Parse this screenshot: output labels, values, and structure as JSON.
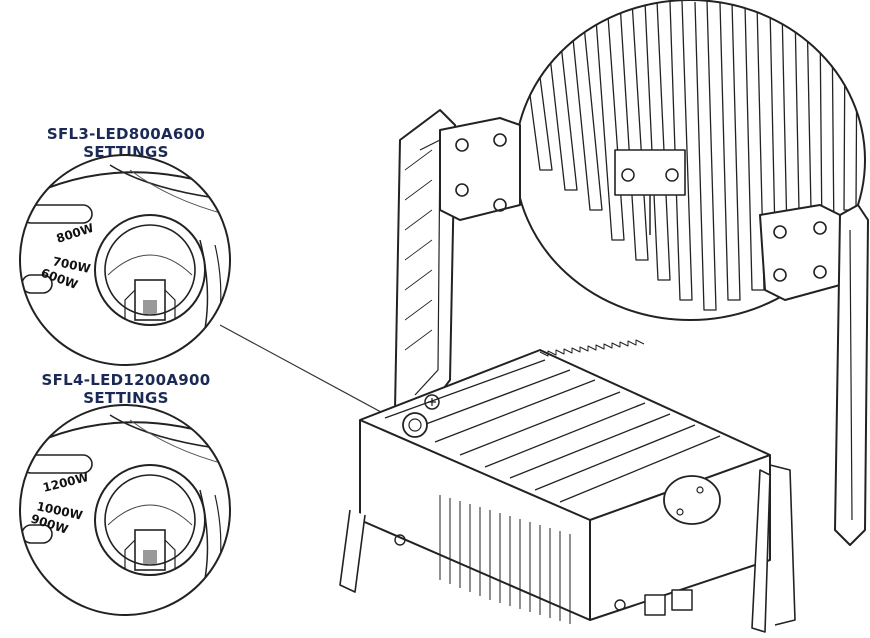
{
  "settings": [
    {
      "title_line1": "SFL3-LED800A600",
      "title_line2": "SETTINGS",
      "wattages": [
        "800W",
        "700W",
        "600W"
      ]
    },
    {
      "title_line1": "SFL4-LED1200A900",
      "title_line2": "SETTINGS",
      "wattages": [
        "1200W",
        "1000W",
        "900W"
      ]
    }
  ],
  "colors": {
    "heading": "#1b2a55",
    "line_art": "#222222"
  },
  "icons": [
    "floodlight-fixture-drawing",
    "selector-dial-closeup"
  ]
}
